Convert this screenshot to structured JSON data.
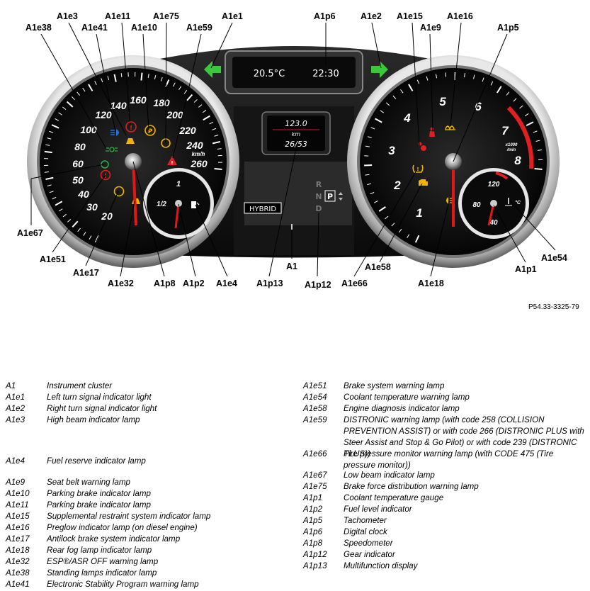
{
  "callouts": {
    "A1e38": "A1e38",
    "A1e3": "A1e3",
    "A1e41": "A1e41",
    "A1e11": "A1e11",
    "A1e10": "A1e10",
    "A1e75": "A1e75",
    "A1e59": "A1e59",
    "A1e1": "A1e1",
    "A1p6": "A1p6",
    "A1e2": "A1e2",
    "A1e15": "A1e15",
    "A1e9": "A1e9",
    "A1e16": "A1e16",
    "A1p5": "A1p5",
    "A1e67": "A1e67",
    "A1e51": "A1e51",
    "A1e17": "A1e17",
    "A1e32": "A1e32",
    "A1p8": "A1p8",
    "A1p2": "A1p2",
    "A1e4": "A1e4",
    "A1p13": "A1p13",
    "A1": "A1",
    "A1p12": "A1p12",
    "A1e66": "A1e66",
    "A1e58": "A1e58",
    "A1e18": "A1e18",
    "A1p1": "A1p1",
    "A1e54": "A1e54"
  },
  "display": {
    "temperature": "20.5°C",
    "clock": "22:30",
    "distance": "123.0",
    "distance_unit": "km",
    "trip": "26/53",
    "hybrid": "HYBRID",
    "gear_r": "R",
    "gear_n": "N",
    "gear_p": "P",
    "gear_d": "D"
  },
  "speedometer": {
    "ticks": [
      "20",
      "30",
      "40",
      "50",
      "60",
      "80",
      "100",
      "120",
      "140",
      "160",
      "180",
      "200",
      "220",
      "240",
      "260"
    ],
    "unit": "km/h"
  },
  "fuel_gauge": {
    "half": "1/2",
    "full": "1"
  },
  "tachometer": {
    "ticks": [
      "1",
      "2",
      "3",
      "4",
      "5",
      "6",
      "7",
      "8"
    ],
    "unit_top": "x1000",
    "unit_bottom": "/min"
  },
  "coolant_gauge": {
    "high": "120",
    "mid": "80",
    "low": "40",
    "symbol": "°C"
  },
  "reference_code": "P54.33-3325-79",
  "legend_left": [
    {
      "code": "A1",
      "desc": "Instrument cluster"
    },
    {
      "code": "A1e1",
      "desc": "Left turn signal indicator light"
    },
    {
      "code": "A1e2",
      "desc": "Right turn signal indicator light"
    },
    {
      "code": "A1e3",
      "desc": "High beam indicator lamp"
    },
    {
      "code": "A1e4",
      "desc": "Fuel reserve indicator lamp"
    },
    {
      "code": "A1e9",
      "desc": "Seat belt warning lamp"
    },
    {
      "code": "A1e10",
      "desc": "Parking brake indicator lamp"
    },
    {
      "code": "A1e11",
      "desc": "Parking brake indicator lamp"
    },
    {
      "code": "A1e15",
      "desc": "Supplemental restraint system indicator lamp"
    },
    {
      "code": "A1e16",
      "desc": "Preglow indicator lamp (on diesel engine)"
    },
    {
      "code": "A1e17",
      "desc": "Antilock brake system indicator lamp"
    },
    {
      "code": "A1e18",
      "desc": "Rear fog lamp indicator lamp"
    },
    {
      "code": "A1e32",
      "desc": "ESP®/ASR OFF warning lamp"
    },
    {
      "code": "A1e38",
      "desc": "Standing lamps indicator lamp"
    },
    {
      "code": "A1e41",
      "desc": "Electronic Stability Program warning lamp"
    }
  ],
  "legend_right": [
    {
      "code": "A1e51",
      "desc": "Brake system warning lamp"
    },
    {
      "code": "A1e54",
      "desc": "Coolant temperature warning lamp"
    },
    {
      "code": "A1e58",
      "desc": "Engine diagnosis indicator lamp"
    },
    {
      "code": "A1e59",
      "desc": "DISTRONIC warning lamp (with code 258 (COLLISION PREVENTION ASSIST) or with code 266 (DISTRONIC PLUS with Steer Assist and Stop & Go Pilot) or with code 239 (DISTRONIC PLUS))"
    },
    {
      "code": "A1e66",
      "desc": "Tire pressure monitor warning lamp (with CODE 475 (Tire pressure monitor))"
    },
    {
      "code": "A1e67",
      "desc": "Low beam indicator lamp"
    },
    {
      "code": "A1e75",
      "desc": "Brake force distribution warning lamp"
    },
    {
      "code": "A1p1",
      "desc": "Coolant temperature gauge"
    },
    {
      "code": "A1p2",
      "desc": "Fuel level indicator"
    },
    {
      "code": "A1p5",
      "desc": "Tachometer"
    },
    {
      "code": "A1p6",
      "desc": "Digital clock"
    },
    {
      "code": "A1p8",
      "desc": "Speedometer"
    },
    {
      "code": "A1p12",
      "desc": "Gear indicator"
    },
    {
      "code": "A1p13",
      "desc": "Multifunction display"
    }
  ],
  "colors": {
    "dial_face": "#0d0d0d",
    "bezel": "#d8d8d8",
    "needle": "#e01818",
    "turn_signal": "#3cc83c",
    "warning_red": "#e02020",
    "warning_yellow": "#f0b400",
    "indicator_blue": "#2a6fd6",
    "indicator_green": "#2ab04a"
  }
}
